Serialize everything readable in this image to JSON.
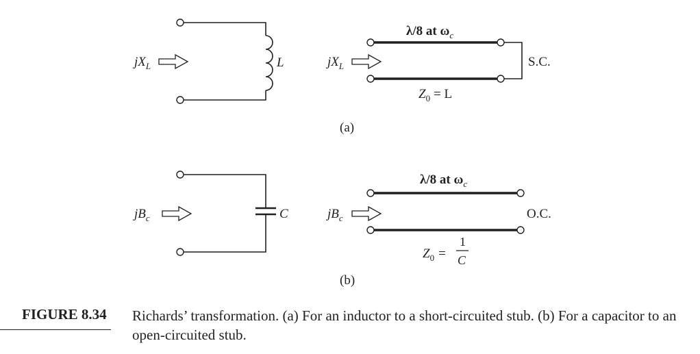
{
  "figure": {
    "number": "FIGURE 8.34",
    "caption": "Richards’ transformation. (a) For an inductor to a short-circuited stub. (b) For a capacitor to an open-circuited stub."
  },
  "panel_a": {
    "input_j": "j",
    "input_sym": "X",
    "input_sub": "L",
    "element": "L",
    "stub_top_label": "λ/8 at ω",
    "stub_top_sub": "c",
    "stub_input_j": "j",
    "stub_input_sym": "X",
    "stub_input_sub": "L",
    "termination": "S.C.",
    "impedance_lhs": "Z",
    "impedance_sub": "0",
    "impedance_rhs": "= L",
    "label": "(a)"
  },
  "panel_b": {
    "input_j": "j",
    "input_sym": "B",
    "input_sub": "c",
    "element": "C",
    "stub_top_label": "λ/8 at ω",
    "stub_top_sub": "c",
    "stub_input_j": "j",
    "stub_input_sym": "B",
    "stub_input_sub": "c",
    "termination": "O.C.",
    "impedance_lhs": "Z",
    "impedance_sub": "0",
    "impedance_eq": "=",
    "impedance_num": "1",
    "impedance_den": "C",
    "label": "(b)"
  }
}
